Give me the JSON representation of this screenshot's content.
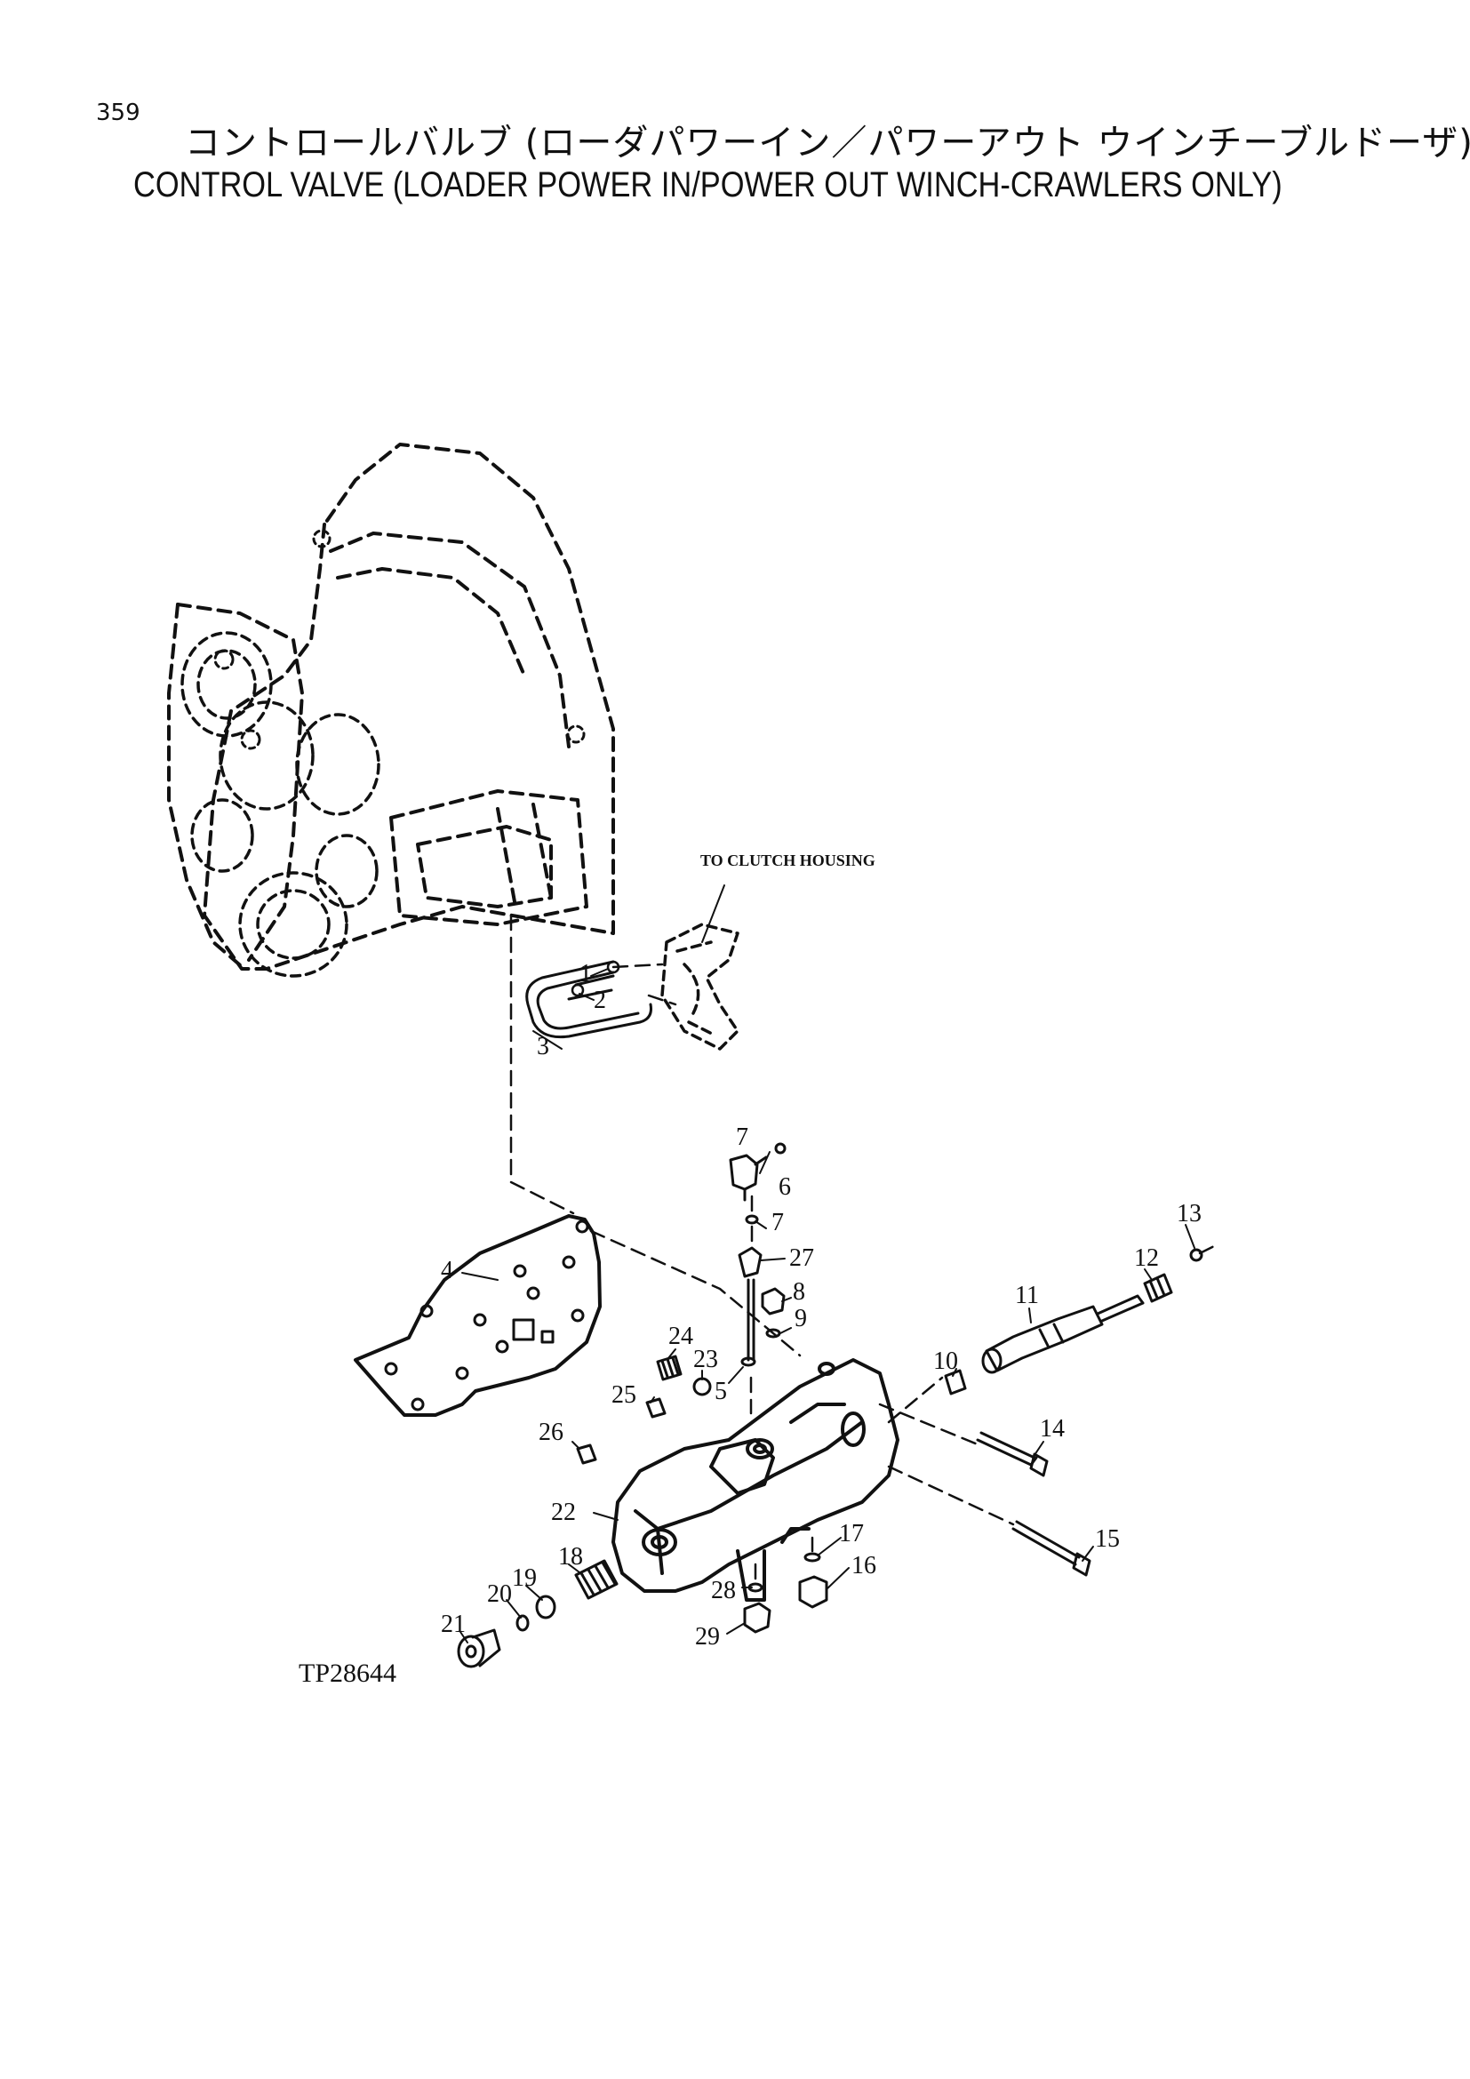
{
  "header": {
    "page_number": "359",
    "title_jp": "コントロールバルブ (ローダパワーイン／パワーアウト ウインチーブルドーザ)",
    "title_en": "CONTROL VALVE (LOADER POWER IN/POWER OUT WINCH-CRAWLERS ONLY)"
  },
  "diagram": {
    "annotation": "TO CLUTCH HOUSING",
    "reference": "TP28644",
    "callouts": {
      "c1": "1",
      "c2": "2",
      "c3": "3",
      "c4": "4",
      "c5": "5",
      "c6": "6",
      "c7a": "7",
      "c7b": "7",
      "c8": "8",
      "c9": "9",
      "c10": "10",
      "c11": "11",
      "c12": "12",
      "c13": "13",
      "c14": "14",
      "c15": "15",
      "c16": "16",
      "c17": "17",
      "c18": "18",
      "c19": "19",
      "c20": "20",
      "c21": "21",
      "c22": "22",
      "c23": "23",
      "c24": "24",
      "c25": "25",
      "c26": "26",
      "c27": "27",
      "c28": "28",
      "c29": "29"
    }
  }
}
